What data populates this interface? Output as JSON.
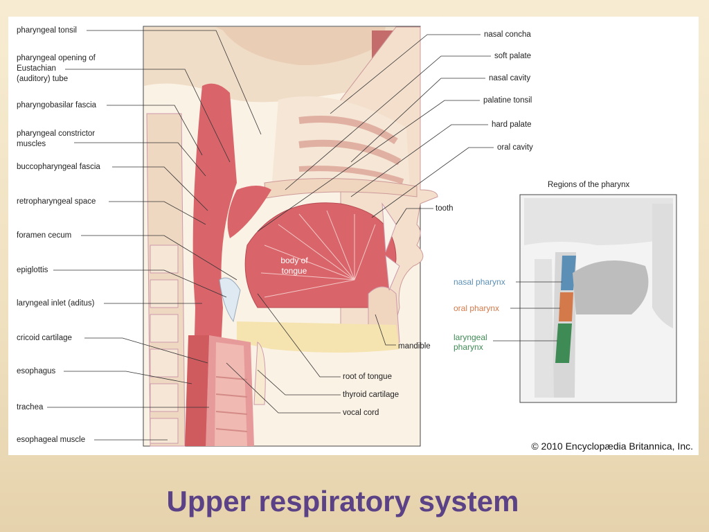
{
  "slide": {
    "title": "Upper respiratory system",
    "colors": {
      "title": "#5b4185",
      "background": "#f3e6c8",
      "muscle": "#d9656b",
      "bone": "#f1dcc6",
      "nasal_region": "#5b8fb5",
      "oral_region": "#d4794a",
      "laryngeal_region": "#3f8b55"
    }
  },
  "diagram": {
    "labels_left": [
      "pharyngeal tonsil",
      "pharyngeal opening of\nEustachian\n(auditory) tube",
      "pharyngobasilar fascia",
      "pharyngeal constrictor\nmuscles",
      "buccopharyngeal fascia",
      "retropharyngeal space",
      "foramen cecum",
      "epiglottis",
      "laryngeal inlet (aditus)",
      "cricoid cartilage",
      "esophagus",
      "trachea",
      "esophageal muscle"
    ],
    "labels_right": [
      "nasal concha",
      "soft palate",
      "nasal cavity",
      "palatine tonsil",
      "hard palate",
      "oral cavity",
      "tooth",
      "mandible",
      "root of tongue",
      "thyroid cartilage",
      "vocal cord"
    ],
    "tongue_label": "body of\ntongue",
    "inset": {
      "title": "Regions of the pharynx",
      "regions": [
        {
          "label": "nasal pharynx",
          "color": "#5b8fb5"
        },
        {
          "label": "oral pharynx",
          "color": "#d4794a"
        },
        {
          "label": "laryngeal\npharynx",
          "color": "#3f8b55"
        }
      ]
    },
    "copyright": "© 2010 Encyclopædia Britannica, Inc."
  }
}
